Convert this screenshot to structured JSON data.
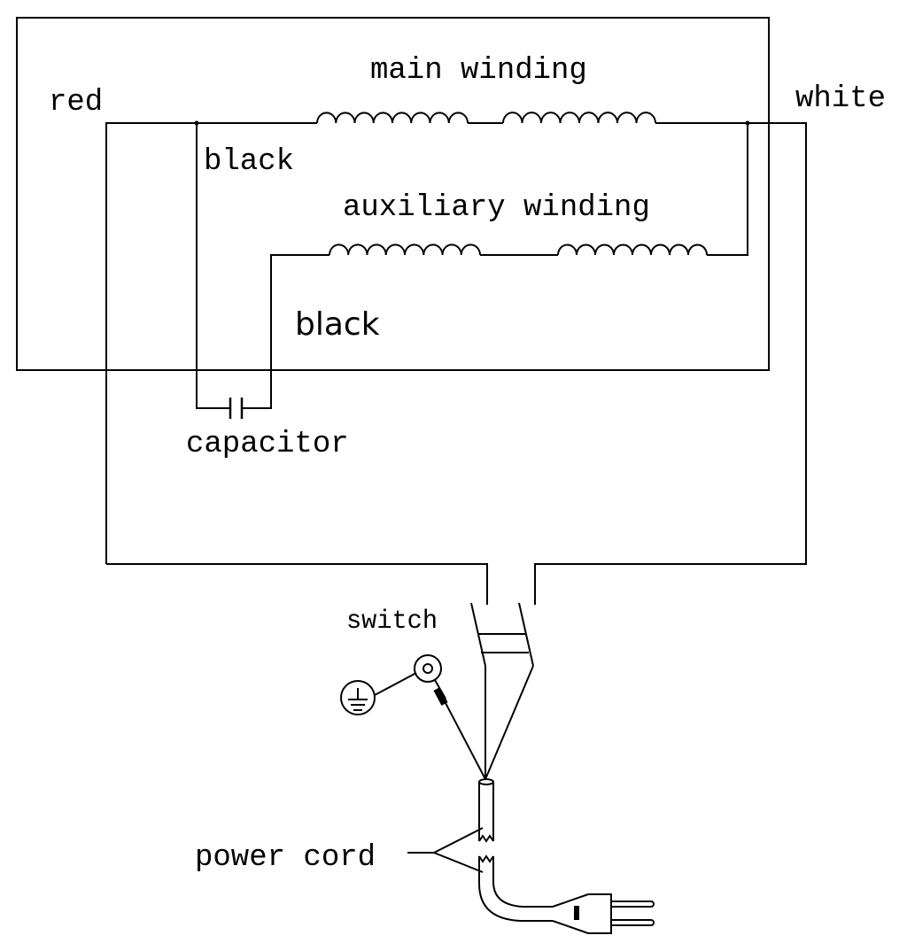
{
  "labels": {
    "main_winding": "main winding",
    "auxiliary_winding": "auxiliary winding",
    "red": "red",
    "white": "white",
    "black_upper": "black",
    "black_lower": "black",
    "capacitor": "capacitor",
    "switch": "switch",
    "power_cord": "power cord"
  },
  "icons": {
    "ground": "ground-symbol-icon",
    "ring_terminal": "ring-terminal-icon",
    "plug": "power-plug-icon"
  }
}
